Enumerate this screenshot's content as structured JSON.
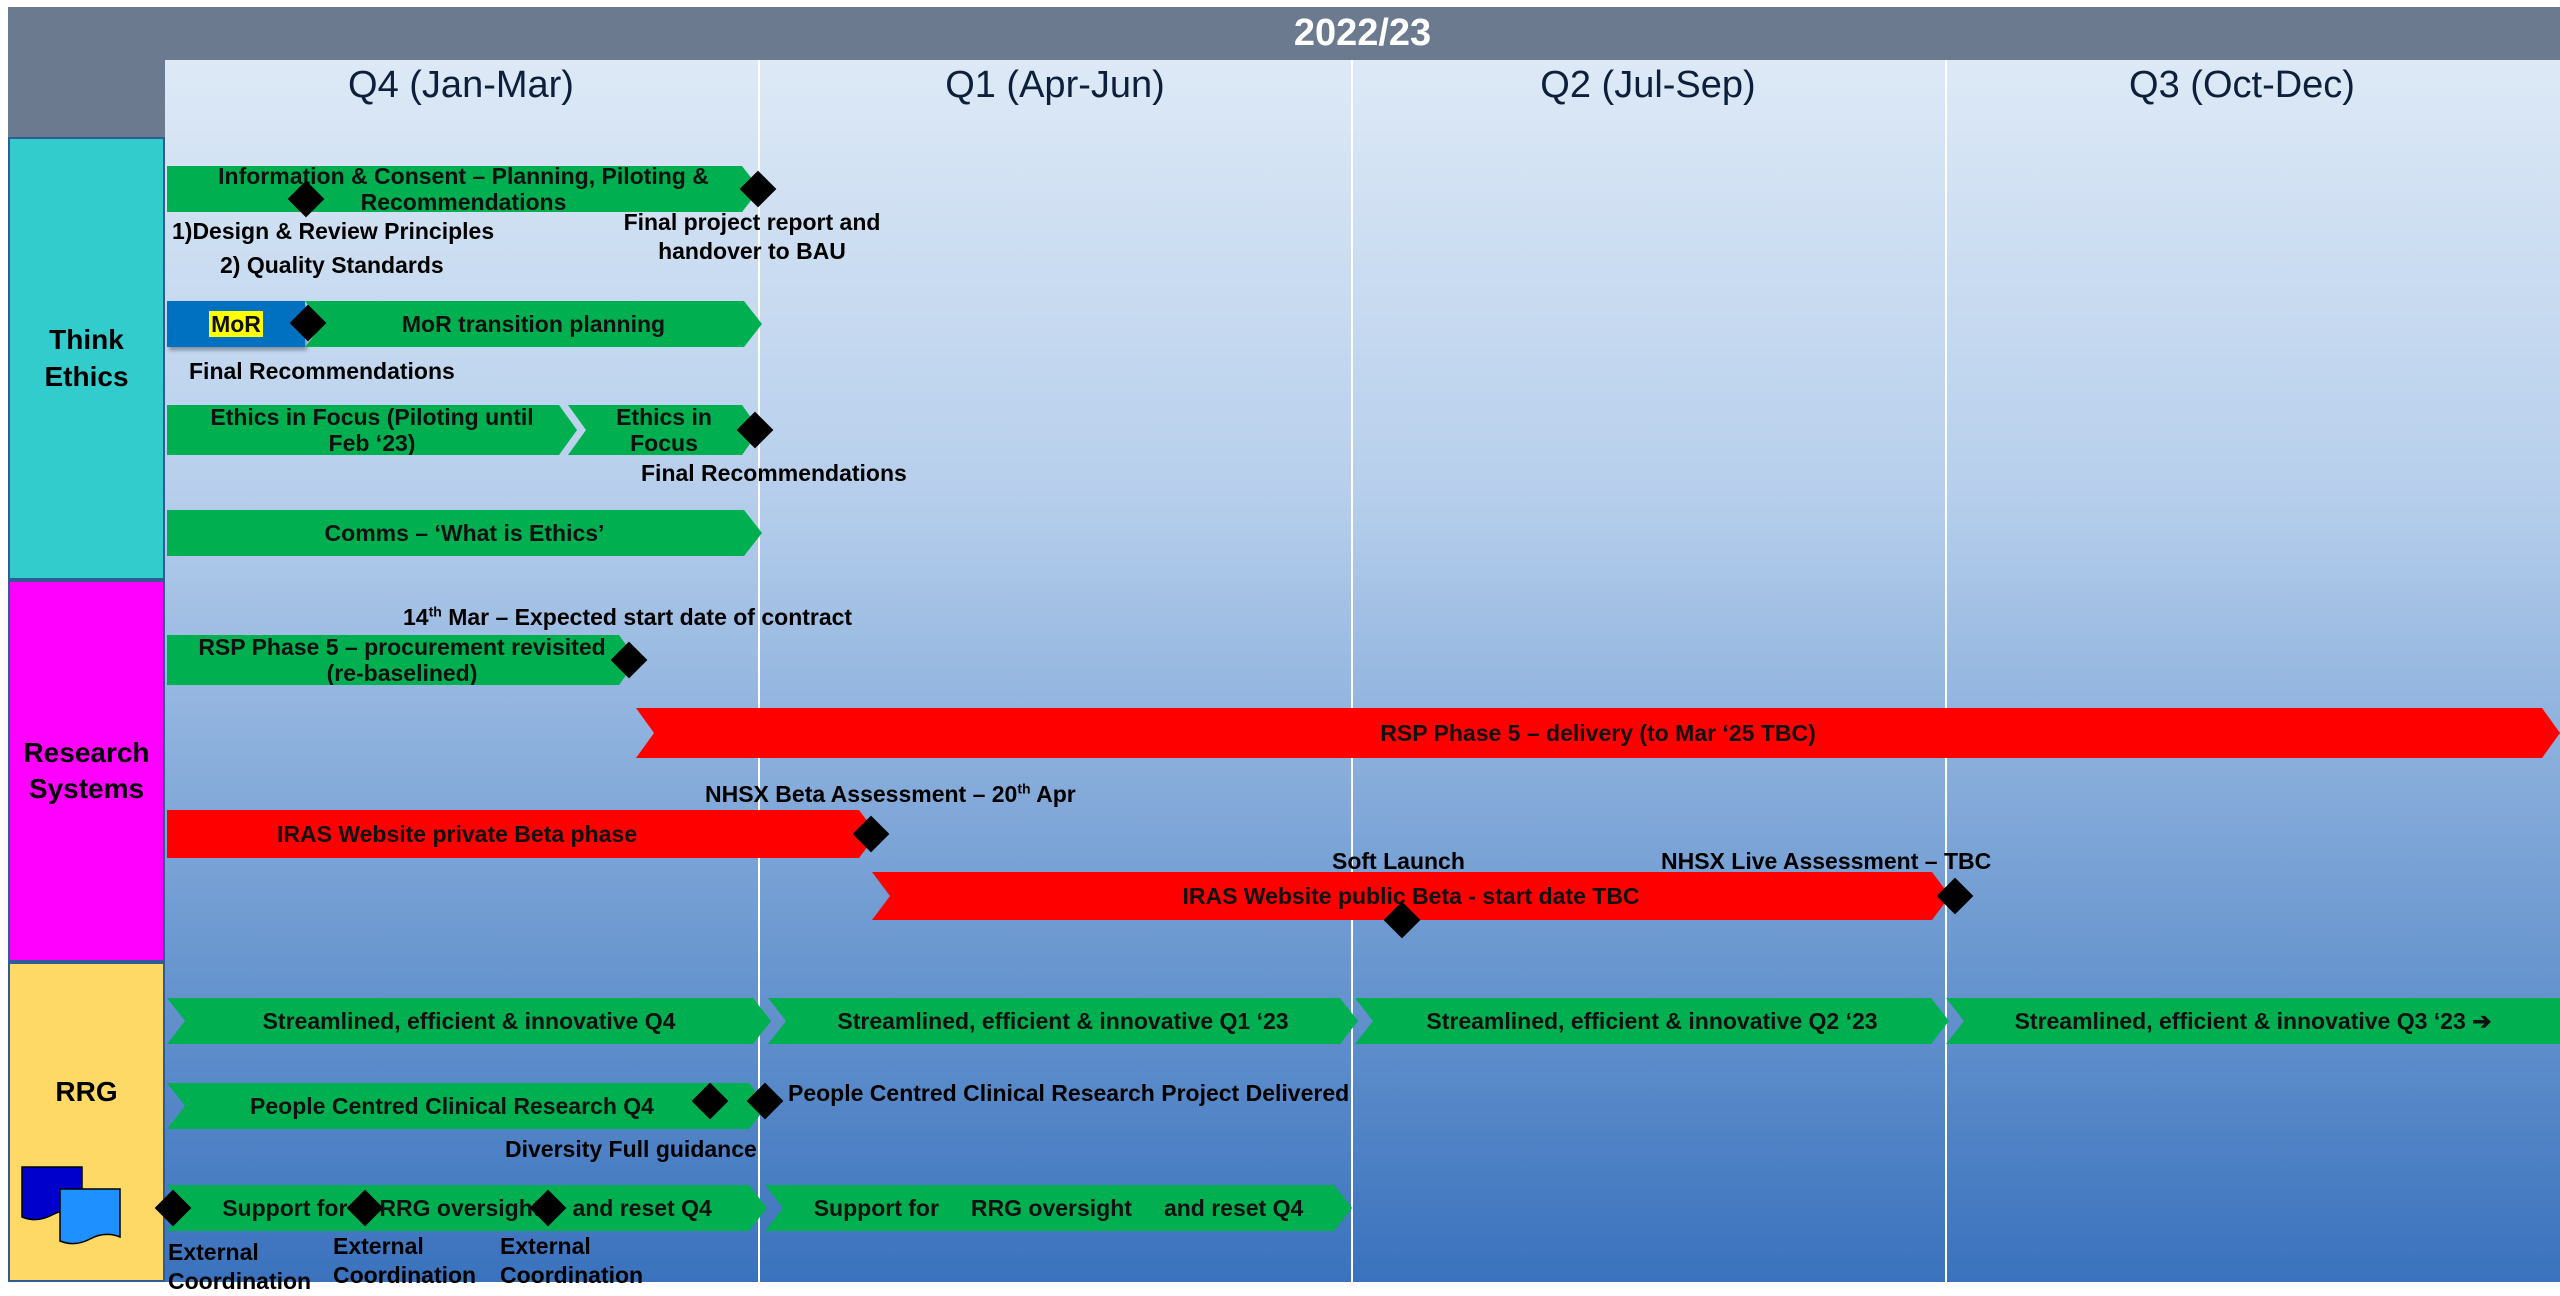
{
  "header": {
    "year": "2022/23"
  },
  "quarters": [
    "Q4 (Jan-Mar)",
    "Q1 (Apr-Jun)",
    "Q2 (Jul-Sep)",
    "Q3 (Oct-Dec)"
  ],
  "lanes": [
    {
      "line1": "Think",
      "line2": "Ethics",
      "color": "#33cccc"
    },
    {
      "line1": "Research",
      "line2": "Systems",
      "color": "#ff00ff"
    },
    {
      "line1": "RRG",
      "line2": "",
      "color": "#ffd966"
    }
  ],
  "think_ethics": {
    "info_consent": "Information & Consent – Planning, Piloting & Recommendations",
    "design_review": "1)Design & Review Principles",
    "quality": "2) Quality Standards",
    "final_report": "Final project report and handover to BAU",
    "mor": "MoR",
    "mor_transition": "MoR transition planning",
    "mor_final": "Final Recommendations",
    "eif_pilot": "Ethics in Focus (Piloting until Feb ‘23)",
    "eif": "Ethics in Focus",
    "eif_final": "Final Recommendations",
    "comms": "Comms – ‘What is Ethics’"
  },
  "research_systems": {
    "contract_day": "14",
    "contract_sup": "th",
    "contract_rest": " Mar – Expected start date of contract",
    "rsp_procurement": "RSP Phase 5 – procurement revisited (re-baselined)",
    "rsp_delivery": "RSP Phase 5 – delivery (to Mar ‘25 TBC)",
    "nhsx_beta_pre": "NHSX Beta Assessment – 20",
    "nhsx_beta_sup": "th",
    "nhsx_beta_post": " Apr",
    "iras_private": "IRAS Website private Beta phase",
    "soft_launch": "Soft Launch",
    "nhsx_live": "NHSX Live Assessment – TBC",
    "iras_public": "IRAS Website public Beta - start date TBC"
  },
  "rrg": {
    "sei_q4": "Streamlined, efficient & innovative Q4",
    "sei_q1": "Streamlined, efficient & innovative Q1 ‘23",
    "sei_q2": "Streamlined, efficient & innovative Q2 ‘23",
    "sei_q3": "Streamlined, efficient & innovative Q3 ‘23 ➔",
    "pccr_q4": "People Centred Clinical Research Q4",
    "pccr_delivered": "People Centred Clinical Research Project Delivered",
    "diversity": "Diversity Full guidance",
    "support_q4_a": "Support for",
    "support_q4_b": "RRG oversight",
    "support_q4_c": "and reset Q4",
    "support_q1_a": "Support for",
    "support_q1_b": "RRG oversight",
    "support_q1_c": "and reset Q4",
    "ext1": "External Coordination",
    "ext2": "External Coordination",
    "ext3": "External Coordination"
  },
  "colors": {
    "green": "#00b050",
    "red": "#ff0000",
    "blue": "#0070c0",
    "header": "#6b7a8f"
  }
}
